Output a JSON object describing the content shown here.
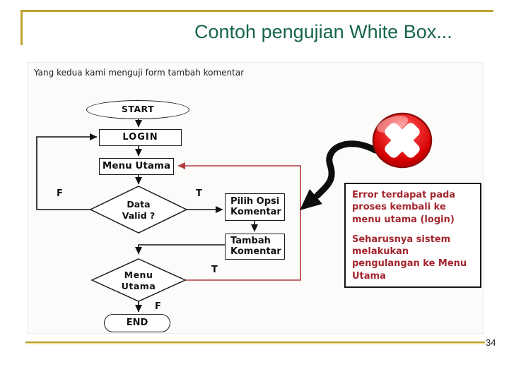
{
  "title": "Contoh pengujian White Box...",
  "page_number": "34",
  "caption": "Yang kedua kami menguji form tambah komentar",
  "flowchart": {
    "nodes": {
      "start": "START",
      "login": "LOGIN",
      "menu_utama": "Menu Utama",
      "data_valid": "Data Valid ?",
      "pilih_opsi": "Pilih Opsi Komentar",
      "tambah_komentar": "Tambah Komentar",
      "menu_utama_decision": "Menu Utama",
      "end": "END"
    },
    "branch_labels": {
      "data_valid_false": "F",
      "data_valid_true": "T",
      "menu_decision_true": "T",
      "menu_decision_false": "F"
    }
  },
  "annotation": {
    "icon": "error-x-icon",
    "lines": [
      "Error terdapat pada proses kembali ke menu utama (login)",
      "Seharusnya sistem melakukan pengulangan ke Menu Utama"
    ]
  },
  "colors": {
    "accent_gold": "#bfa02f",
    "title_green": "#17654d",
    "loop_red": "#b23b3b",
    "note_red": "#a3262e",
    "icon_red": "#d40000"
  }
}
